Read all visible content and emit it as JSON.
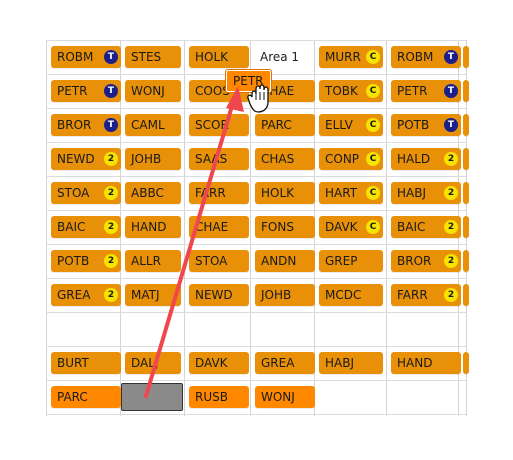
{
  "board": {
    "area_label": "Area 1",
    "rows": [
      [
        {
          "t": "ROBM",
          "b": "T"
        },
        {
          "t": "STES"
        },
        {
          "t": "HOLK"
        },
        {
          "label": "Area 1"
        },
        {
          "t": "MURR",
          "b": "C"
        },
        {
          "t": "ROBM",
          "b": "T"
        },
        {
          "edge": true
        }
      ],
      [
        {
          "t": "PETR",
          "b": "T"
        },
        {
          "t": "WONJ"
        },
        {
          "t": "COOS"
        },
        {
          "t": "CHAE"
        },
        {
          "t": "TOBK",
          "b": "C"
        },
        {
          "t": "PETR",
          "b": "T"
        },
        {
          "edge": true
        }
      ],
      [
        {
          "t": "BROR",
          "b": "T"
        },
        {
          "t": "CAML"
        },
        {
          "t": "SCOR"
        },
        {
          "t": "PARC"
        },
        {
          "t": "ELLV",
          "b": "C"
        },
        {
          "t": "POTB",
          "b": "T"
        },
        {
          "edge": true
        }
      ],
      [
        {
          "t": "NEWD",
          "b": "2"
        },
        {
          "t": "JOHB"
        },
        {
          "t": "SAAS"
        },
        {
          "t": "CHAS"
        },
        {
          "t": "CONP",
          "b": "C"
        },
        {
          "t": "HALD",
          "b": "2"
        },
        {
          "edge": true
        }
      ],
      [
        {
          "t": "STOA",
          "b": "2"
        },
        {
          "t": "ABBC"
        },
        {
          "t": "FARR"
        },
        {
          "t": "HOLK"
        },
        {
          "t": "HART",
          "b": "C"
        },
        {
          "t": "HABJ",
          "b": "2"
        },
        {
          "edge": true
        }
      ],
      [
        {
          "t": "BAIC",
          "b": "2"
        },
        {
          "t": "HAND"
        },
        {
          "t": "CHAE"
        },
        {
          "t": "FONS"
        },
        {
          "t": "DAVK",
          "b": "C"
        },
        {
          "t": "BAIC",
          "b": "2"
        },
        {
          "edge": true
        }
      ],
      [
        {
          "t": "POTB",
          "b": "2"
        },
        {
          "t": "ALLR"
        },
        {
          "t": "STOA"
        },
        {
          "t": "ANDN"
        },
        {
          "t": "GREP"
        },
        {
          "t": "BROR",
          "b": "2"
        },
        {
          "edge": true
        }
      ],
      [
        {
          "t": "GREA",
          "b": "2"
        },
        {
          "t": "MATJ"
        },
        {
          "t": "NEWD"
        },
        {
          "t": "JOHB"
        },
        {
          "t": "MCDC"
        },
        {
          "t": "FARR",
          "b": "2"
        },
        {
          "edge": true
        }
      ],
      [
        {},
        {},
        {},
        {},
        {},
        {},
        {}
      ],
      [
        {
          "t": "BURT"
        },
        {
          "t": "DALJ"
        },
        {
          "t": "DAVK"
        },
        {
          "t": "GREA"
        },
        {
          "t": "HABJ"
        },
        {
          "t": "HAND"
        },
        {
          "edge": true
        }
      ],
      [
        {
          "t": "PARC",
          "bright": true
        },
        {
          "placeholder": true
        },
        {
          "t": "RUSB",
          "bright": true
        },
        {
          "t": "WONJ",
          "bright": true
        },
        {},
        {},
        {}
      ]
    ]
  },
  "drag_chip": {
    "label": "PETR"
  },
  "colors": {
    "chip": "#e89008",
    "chip_bright": "#ff8800",
    "arrow": "#f0474e",
    "badge_T": "#1b1f8c",
    "badge_C": "#f7e300"
  },
  "icons": {
    "cursor": "grab-hand-icon",
    "arrow": "drag-arrow-icon"
  }
}
